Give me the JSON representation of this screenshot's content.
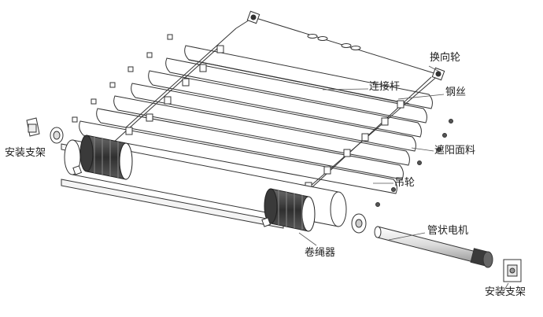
{
  "labels": {
    "pulley_turn": "换向轮",
    "connecting_rod": "连接杆",
    "steel_wire": "钢丝",
    "mount_bracket_left": "安装支架",
    "shade_fabric": "遮阳面料",
    "hanging_pulley": "吊轮",
    "tubular_motor": "管状电机",
    "rope_winder": "卷绳器",
    "mount_bracket_right": "安装支架"
  },
  "colors": {
    "line": "#333333",
    "drum_dark": "#4a4a4a",
    "text": "#222222"
  }
}
